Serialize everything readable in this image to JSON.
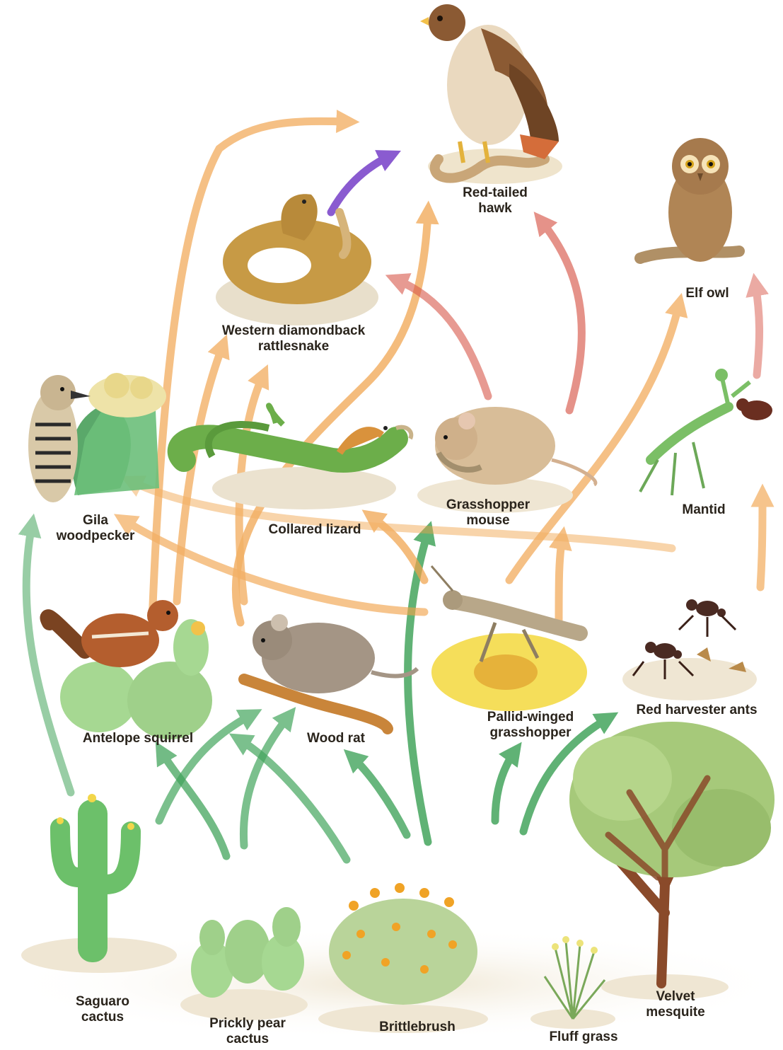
{
  "organisms": {
    "hawk": [
      "Red-tailed",
      "hawk"
    ],
    "owl": [
      "Elf owl"
    ],
    "rattlesnake": [
      "Western diamondback",
      "rattlesnake"
    ],
    "woodpecker": [
      "Gila",
      "woodpecker"
    ],
    "lizard": [
      "Collared lizard"
    ],
    "gmouse": [
      "Grasshopper",
      "mouse"
    ],
    "mantid": [
      "Mantid"
    ],
    "squirrel": [
      "Antelope squirrel"
    ],
    "woodrat": [
      "Wood rat"
    ],
    "grasshopper": [
      "Pallid-winged",
      "grasshopper"
    ],
    "ants": [
      "Red harvester ants"
    ],
    "saguaro": [
      "Saguaro",
      "cactus"
    ],
    "pricklypear": [
      "Prickly pear",
      "cactus"
    ],
    "brittlebrush": [
      "Brittlebrush"
    ],
    "fluffgrass": [
      "Fluff grass"
    ],
    "mesquite": [
      "Velvet",
      "mesquite"
    ]
  },
  "colors": {
    "producer_arrow": "#2e9a4a",
    "primary_arrow": "#f0a24a",
    "secondary_arrow": "#d8584a",
    "tertiary_arrow": "#8a5bd0",
    "ground": "#f1ead9"
  }
}
